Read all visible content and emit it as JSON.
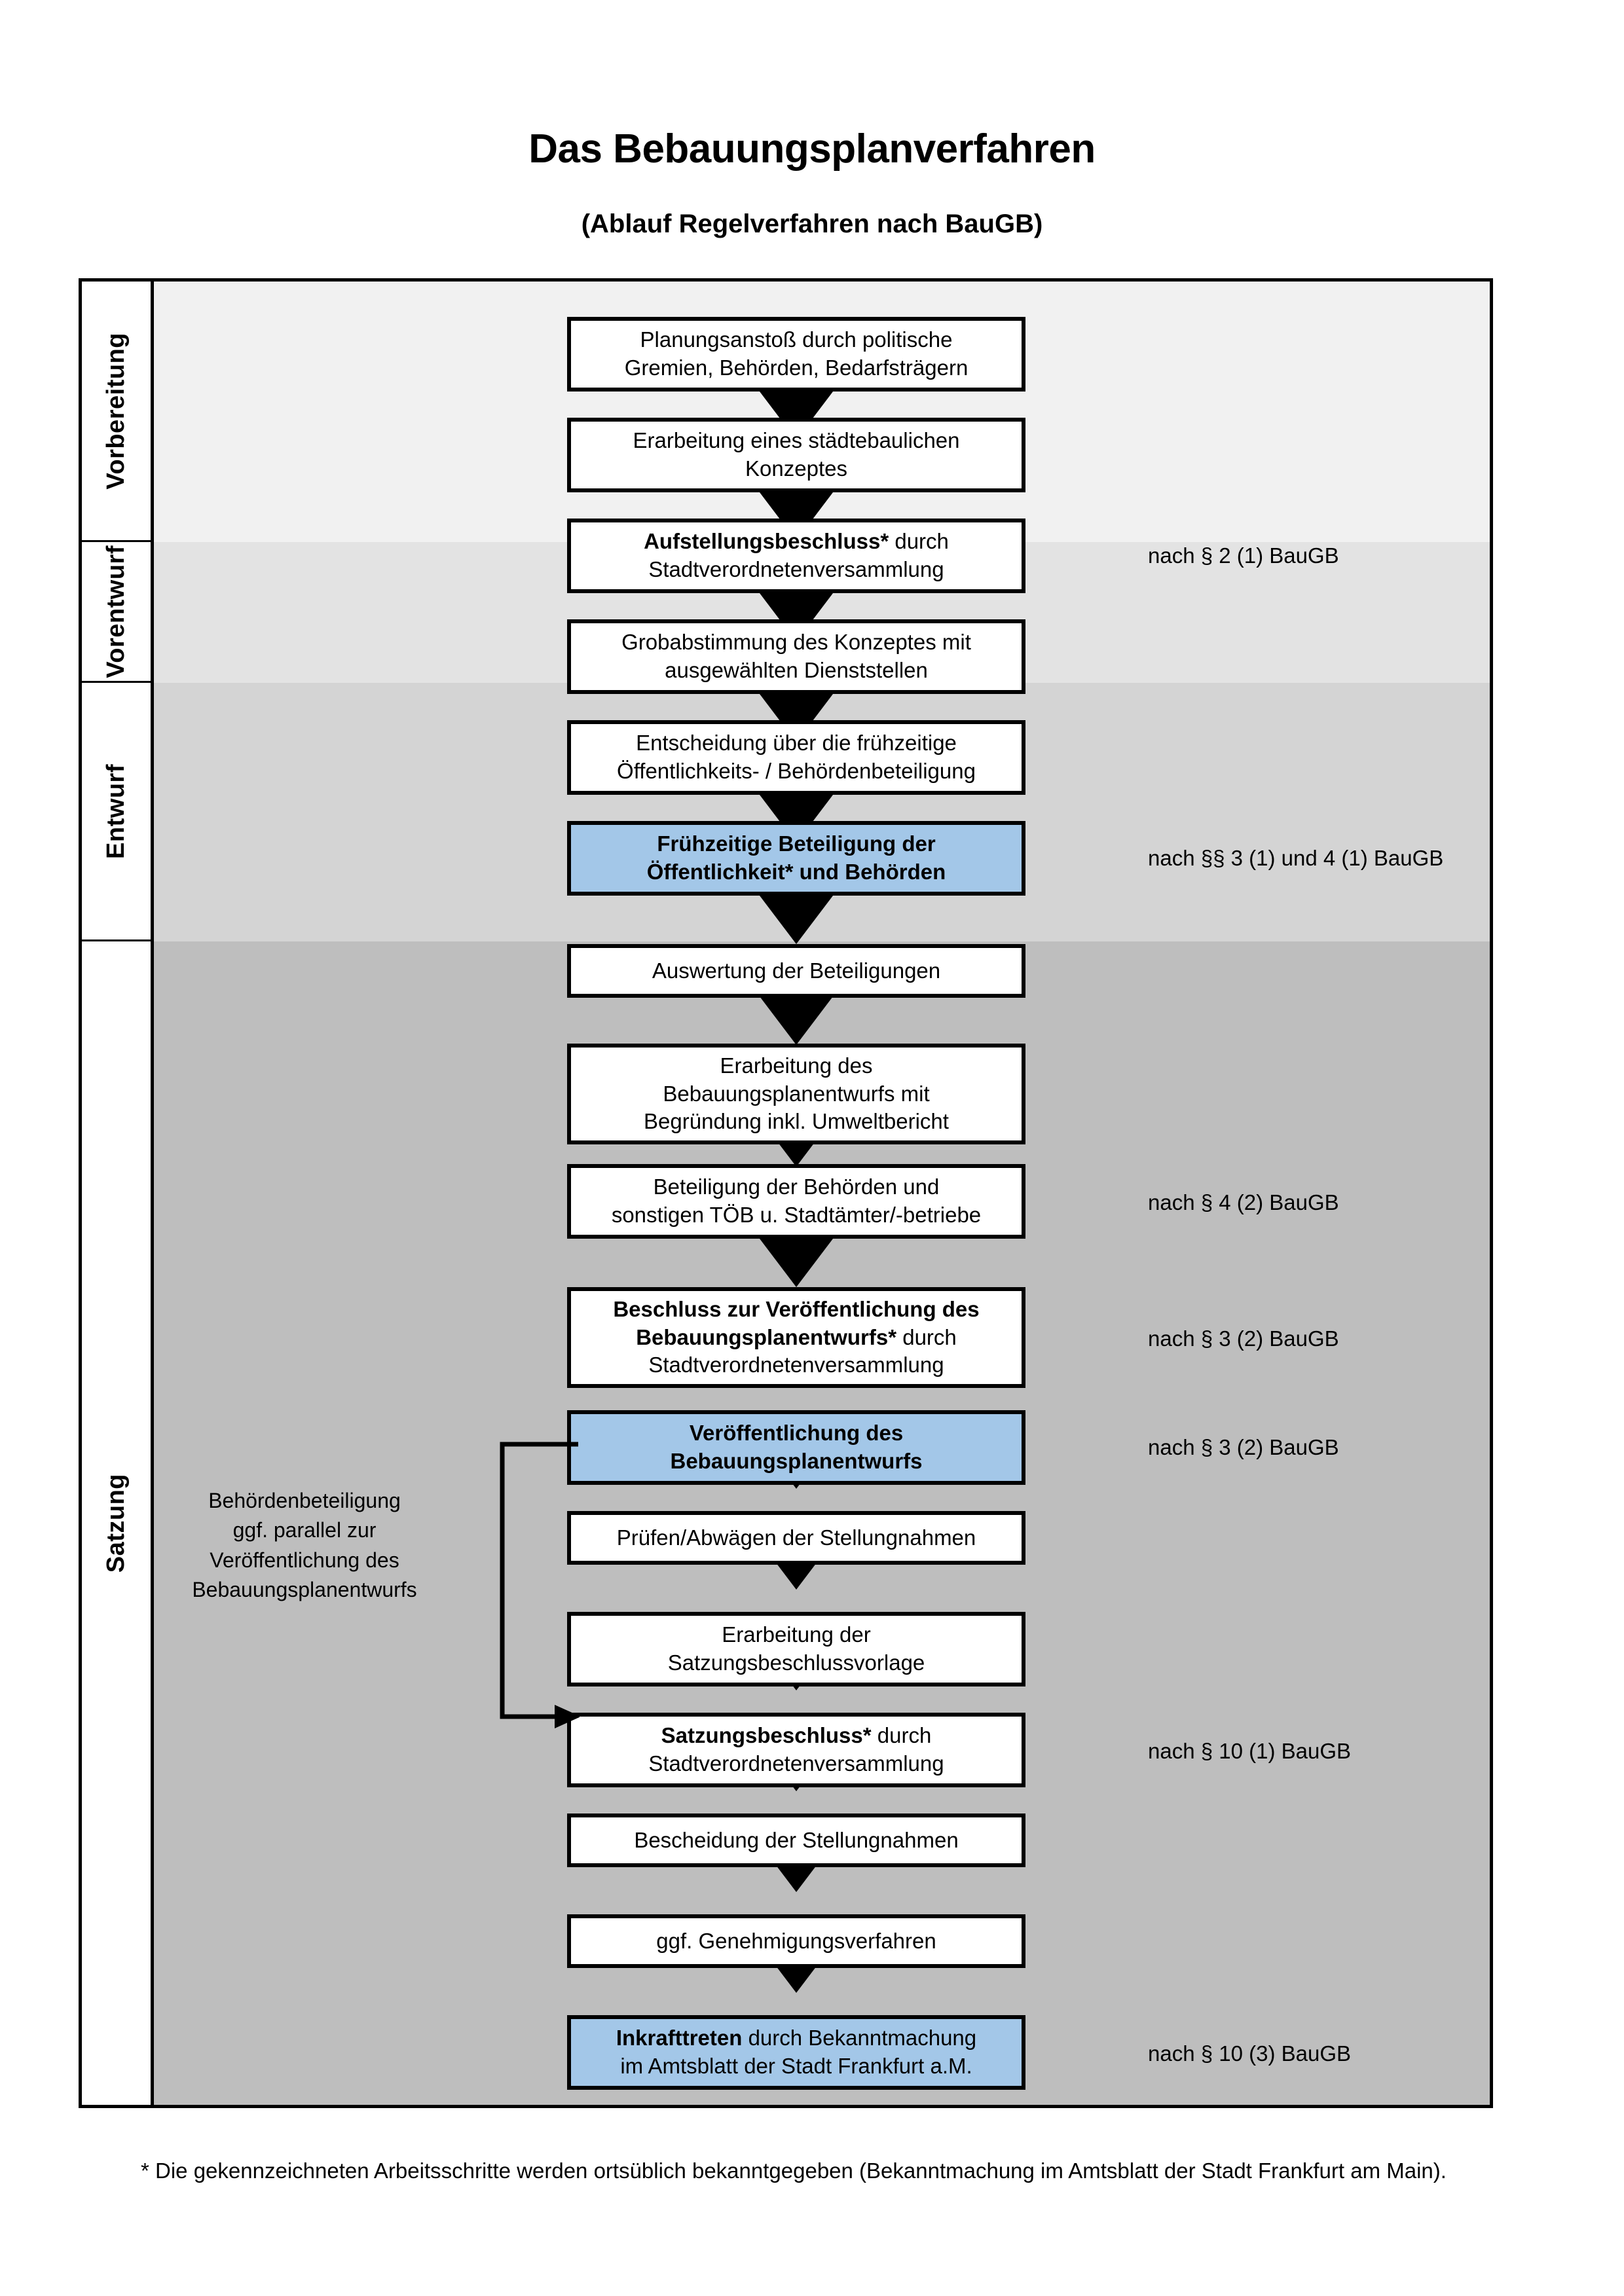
{
  "header": {
    "title": "Das Bebauungsplanverfahren",
    "subtitle": "(Ablauf Regelverfahren nach BauGB)"
  },
  "colors": {
    "highlight_blue": "#a3c7e8",
    "band_vorbereitung": "#f1f1f1",
    "band_vorentwurf": "#e3e3e3",
    "band_entwurf": "#d4d4d4",
    "band_satzung": "#bebebe",
    "border": "#000000"
  },
  "phases": [
    {
      "label": "Vorbereitung",
      "background": "#f1f1f1"
    },
    {
      "label": "Vorentwurf",
      "background": "#e3e3e3"
    },
    {
      "label": "Entwurf",
      "background": "#d4d4d4"
    },
    {
      "label": "Satzung",
      "background": "#bebebe"
    }
  ],
  "steps": [
    {
      "id": "planungsanstoss",
      "phase": "Vorbereitung",
      "line1": "Planungsanstoß durch politische",
      "line2": "Gremien, Behörden, Bedarfsträgern",
      "bold_prefix": "",
      "highlighted": false
    },
    {
      "id": "staedtebauliches-konzept",
      "phase": "Vorbereitung",
      "line1": "Erarbeitung eines städtebaulichen",
      "line2": "Konzeptes",
      "bold_prefix": "",
      "highlighted": false
    },
    {
      "id": "aufstellungsbeschluss",
      "phase": "Vorbereitung",
      "line1": "Aufstellungsbeschluss* durch",
      "line2": "Stadtverordnetenversammlung",
      "bold_prefix": "Aufstellungsbeschluss*",
      "highlighted": false
    },
    {
      "id": "grobabstimmung",
      "phase": "Vorentwurf",
      "line1": "Grobabstimmung des Konzeptes mit",
      "line2": "ausgewählten Dienststellen",
      "bold_prefix": "",
      "highlighted": false
    },
    {
      "id": "entscheidung-fruehzeitige",
      "phase": "Vorentwurf",
      "line1": "Entscheidung über die frühzeitige",
      "line2": "Öffentlichkeits- / Behördenbeteiligung",
      "bold_prefix": "",
      "highlighted": false
    },
    {
      "id": "fruehzeitige-beteiligung",
      "phase": "Vorentwurf",
      "line1": "Frühzeitige Beteiligung der",
      "line2": "Öffentlichkeit* und Behörden",
      "bold_prefix": "ALL",
      "highlighted": true
    },
    {
      "id": "auswertung-beteiligungen",
      "phase": "Entwurf",
      "line1": "Auswertung der Beteiligungen",
      "line2": "",
      "bold_prefix": "",
      "highlighted": false
    },
    {
      "id": "erarbeitung-entwurf",
      "phase": "Entwurf",
      "line1": "Erarbeitung des",
      "line2": "Bebauungsplanentwurfs mit",
      "line3": "Begründung inkl. Umweltbericht",
      "bold_prefix": "",
      "highlighted": false
    },
    {
      "id": "beteiligung-behoerden",
      "phase": "Entwurf",
      "line1": "Beteiligung der Behörden und",
      "line2": "sonstigen TÖB u. Stadtämter/-betriebe",
      "bold_prefix": "",
      "highlighted": false
    },
    {
      "id": "beschluss-veroeffentlichung",
      "phase": "Entwurf",
      "line1": "Beschluss zur Veröffentlichung des",
      "line2": "Bebauungsplanentwurfs* durch",
      "line3": "Stadtverordnetenversammlung",
      "bold_prefix": "Beschluss zur Veröffentlichung des Bebauungsplanentwurfs*",
      "highlighted": false
    },
    {
      "id": "veroeffentlichung-entwurf",
      "phase": "Entwurf",
      "line1": "Veröffentlichung des",
      "line2": "Bebauungsplanentwurfs",
      "bold_prefix": "ALL",
      "highlighted": true
    },
    {
      "id": "pruefen-abwaegen",
      "phase": "Satzung",
      "line1": "Prüfen/Abwägen der Stellungnahmen",
      "line2": "",
      "bold_prefix": "",
      "highlighted": false
    },
    {
      "id": "erarbeitung-satzungsvorlage",
      "phase": "Satzung",
      "line1": "Erarbeitung der",
      "line2": "Satzungsbeschlussvorlage",
      "bold_prefix": "",
      "highlighted": false
    },
    {
      "id": "satzungsbeschluss",
      "phase": "Satzung",
      "line1": "Satzungsbeschluss* durch",
      "line2": "Stadtverordnetenversammlung",
      "bold_prefix": "Satzungsbeschluss*",
      "highlighted": false
    },
    {
      "id": "bescheidung-stellungnahmen",
      "phase": "Satzung",
      "line1": "Bescheidung der Stellungnahmen",
      "line2": "",
      "bold_prefix": "",
      "highlighted": false
    },
    {
      "id": "genehmigungsverfahren",
      "phase": "Satzung",
      "line1": "ggf. Genehmigungsverfahren",
      "line2": "",
      "bold_prefix": "",
      "highlighted": false
    },
    {
      "id": "inkrafttreten",
      "phase": "Satzung",
      "line1": "Inkrafttreten durch Bekanntmachung",
      "line2": "im Amtsblatt der Stadt Frankfurt a.M.",
      "bold_prefix": "Inkrafttreten",
      "highlighted": true
    }
  ],
  "legal_refs": [
    {
      "id": "ref-2-1",
      "text": "nach § 2 (1) BauGB",
      "for_step": "aufstellungsbeschluss"
    },
    {
      "id": "ref-3-1-4-1",
      "text": "nach §§ 3 (1) und 4 (1) BauGB",
      "for_step": "fruehzeitige-beteiligung"
    },
    {
      "id": "ref-4-2",
      "text": "nach § 4 (2) BauGB",
      "for_step": "beteiligung-behoerden"
    },
    {
      "id": "ref-3-2-a",
      "text": "nach § 3 (2) BauGB",
      "for_step": "beschluss-veroeffentlichung"
    },
    {
      "id": "ref-3-2-b",
      "text": "nach § 3 (2) BauGB",
      "for_step": "veroeffentlichung-entwurf"
    },
    {
      "id": "ref-10-1",
      "text": "nach § 10 (1) BauGB",
      "for_step": "satzungsbeschluss"
    },
    {
      "id": "ref-10-3",
      "text": "nach § 10 (3) BauGB",
      "for_step": "inkrafttreten"
    }
  ],
  "side_note": {
    "line1": "Behördenbeteiligung",
    "line2": "ggf. parallel zur",
    "line3": "Veröffentlichung des",
    "line4": "Bebauungsplanentwurfs"
  },
  "footnote": {
    "text": "* Die gekennzeichneten Arbeitsschritte werden ortsüblich bekanntgegeben (Bekanntmachung im Amtsblatt  der Stadt Frankfurt am Main)."
  }
}
